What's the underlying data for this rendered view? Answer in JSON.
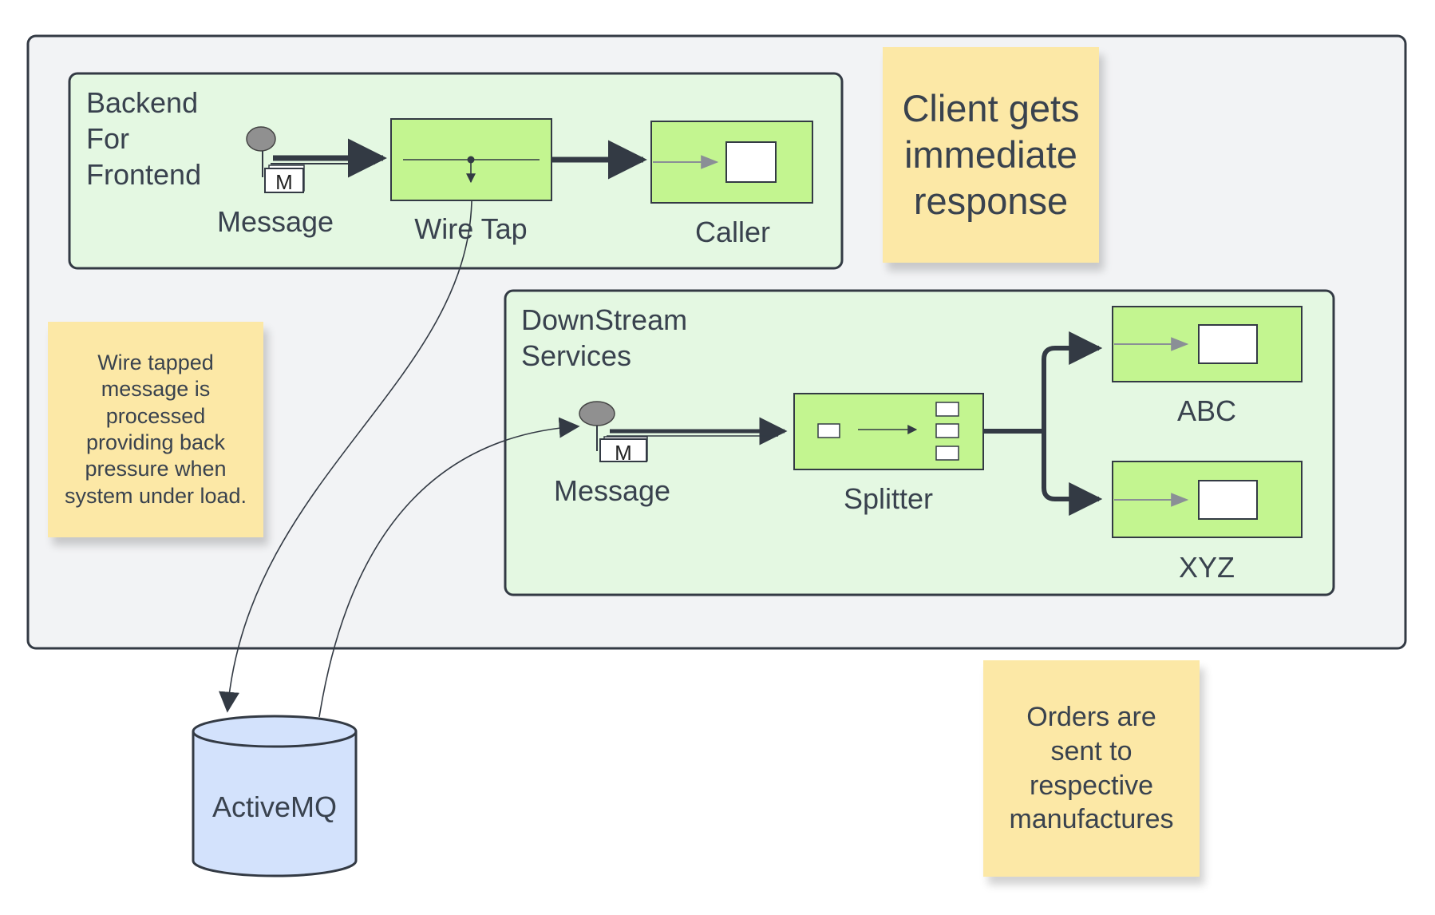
{
  "backend": {
    "title": "Backend\nFor\nFrontend"
  },
  "downstream": {
    "title": "DownStream\nServices"
  },
  "nodes": {
    "bff_message": "Message",
    "message_badge": "M",
    "wire_tap": "Wire Tap",
    "caller": "Caller",
    "ds_message": "Message",
    "ds_message_badge": "M",
    "splitter": "Splitter",
    "abc": "ABC",
    "xyz": "XYZ",
    "activemq": "ActiveMQ"
  },
  "notes": {
    "client": "Client gets\nimmediate\nresponse",
    "wire_tapped": "Wire tapped\nmessage is\nprocessed\nproviding back\npressure when\nsystem under load.",
    "orders": "Orders are\nsent to\nrespective\nmanufactures"
  },
  "colors": {
    "outer_fill": "#f2f3f5",
    "panel_fill": "#e4f8e2",
    "component_fill": "#c3f590",
    "cylinder_fill": "#d3e2fc",
    "note_fill": "#fce8a6",
    "stroke": "#333a44"
  }
}
